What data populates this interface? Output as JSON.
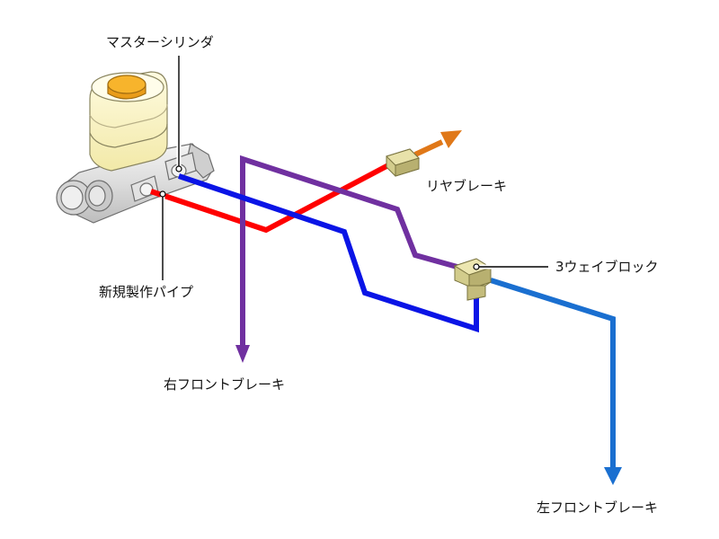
{
  "labels": {
    "master_cylinder": "マスターシリンダ",
    "rear_brake": "リヤブレーキ",
    "three_way_block": "3ウェイブロック",
    "new_pipe": "新規製作パイプ",
    "right_front_brake": "右フロントブレーキ",
    "left_front_brake": "左フロントブレーキ"
  },
  "colors": {
    "red_pipe": "#ff0000",
    "blue_pipe": "#0a14e6",
    "purple_pipe": "#7030a0",
    "left_front_pipe": "#1a6fd0",
    "rear_arrow": "#e07818",
    "fittings": "#d2cc8c",
    "reservoir": "#fbf6c8",
    "reservoir_cap": "#f7b42c"
  }
}
